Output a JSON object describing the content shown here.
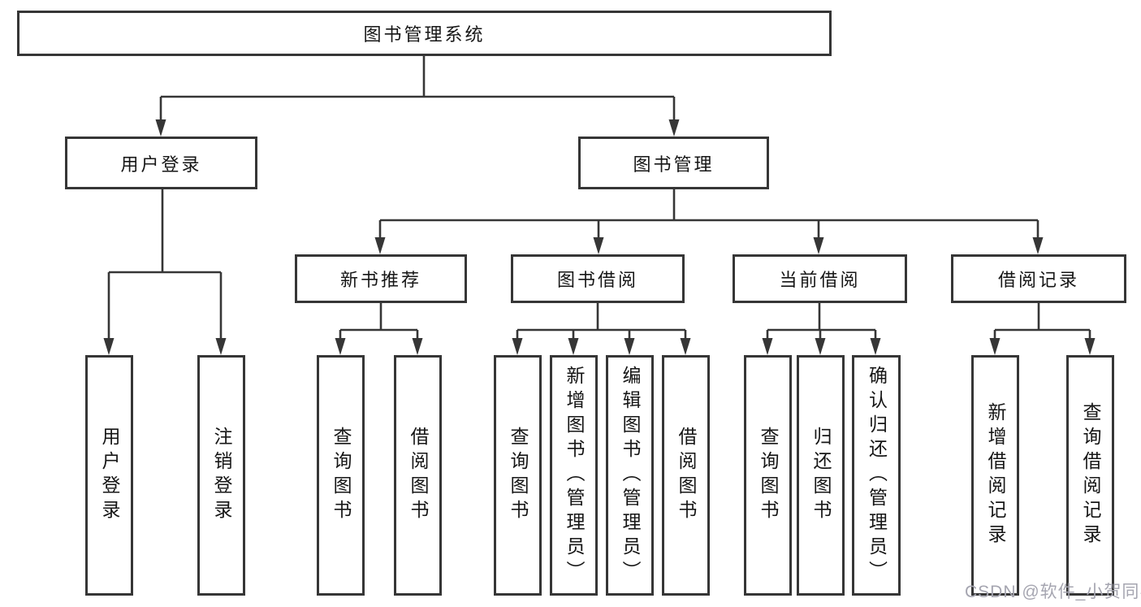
{
  "tree": {
    "root_label": "图书管理系统",
    "login": {
      "label": "用户登录",
      "children": [
        "用户登录",
        "注销登录"
      ]
    },
    "mgmt": {
      "label": "图书管理",
      "sections": [
        {
          "label": "新书推荐",
          "children": [
            "查询图书",
            "借阅图书"
          ]
        },
        {
          "label": "图书借阅",
          "children": [
            "查询图书",
            "新增图书（管理员）",
            "编辑图书（管理员）",
            "借阅图书"
          ]
        },
        {
          "label": "当前借阅",
          "children": [
            "查询图书",
            "归还图书",
            "确认归还（管理员）"
          ]
        },
        {
          "label": "借阅记录",
          "children": [
            "新增借阅记录",
            "查询借阅记录"
          ]
        }
      ]
    }
  },
  "watermark": {
    "text": "CSDN @软件_小贺同学"
  },
  "colors": {
    "line": "#363636",
    "text": "#161616",
    "watermark": "#a5a5b0"
  }
}
